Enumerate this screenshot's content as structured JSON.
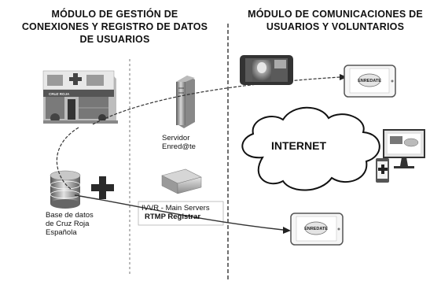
{
  "left_module": {
    "title_lines": [
      "MÓDULO DE GESTIÓN DE",
      "CONEXIONES Y REGISTRO DE DATOS",
      "DE USUARIOS"
    ]
  },
  "right_module": {
    "title_lines": [
      "MÓDULO DE COMUNICACIONES DE",
      "USUARIOS Y VOLUNTARIOS"
    ]
  },
  "hospital_sign": "CRUZ ROJA",
  "server": {
    "label_lines": [
      "Servidor",
      "Enred@te"
    ]
  },
  "database": {
    "label_lines": [
      "Base de datos",
      "de Cruz Roja",
      "Española"
    ]
  },
  "ivvr": {
    "line1": "IVVR - Main Servers",
    "line2": "RTMP Registrar"
  },
  "cloud_label": "INTERNET",
  "app_logo_text": "ENREDATE",
  "colors": {
    "ink": "#111111",
    "cross": "#2a2a2a",
    "divider": "#333333"
  }
}
